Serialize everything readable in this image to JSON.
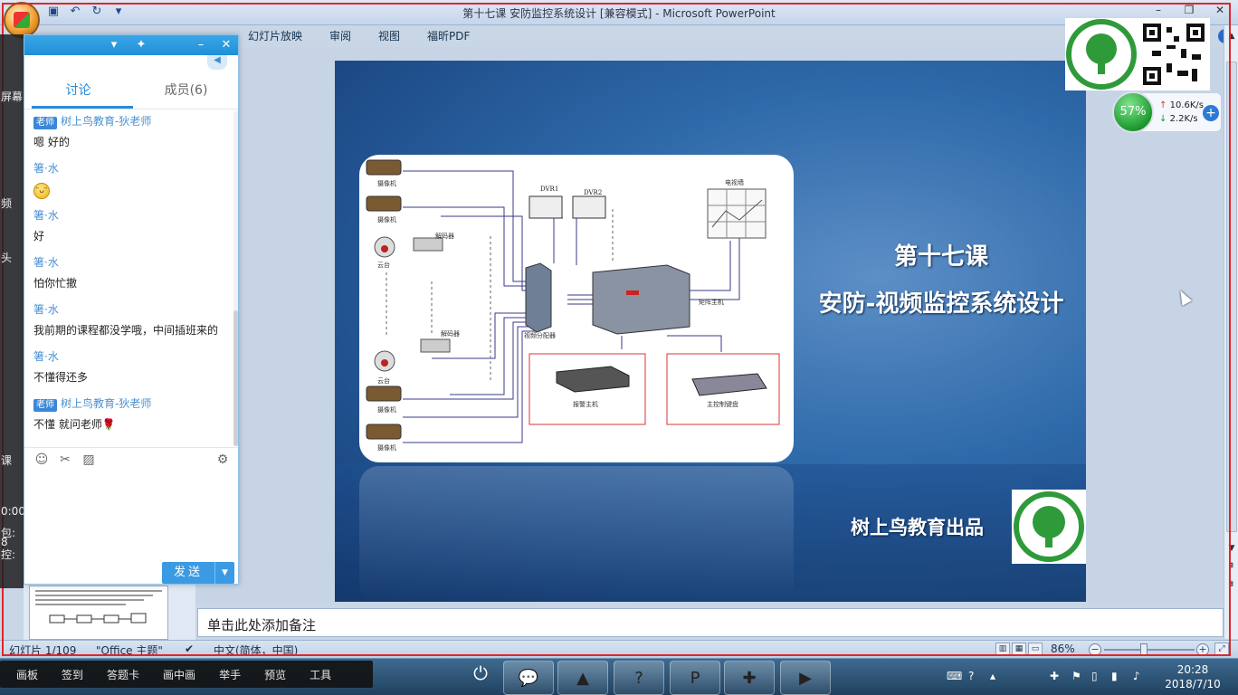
{
  "window": {
    "title": "第十七课 安防监控系统设计 [兼容模式] - Microsoft PowerPoint"
  },
  "ribbon": {
    "tabs": [
      "幻灯片放映",
      "审阅",
      "视图",
      "福昕PDF"
    ]
  },
  "slide": {
    "title": "第十七课",
    "subtitle": "安防-视频监控系统设计",
    "credit": "树上鸟教育出品",
    "diagram_labels": {
      "camera": "摄像机",
      "ptz": "云台",
      "decoder": "解码器",
      "dvr1": "DVR1",
      "dvr2": "DVR2",
      "tv_wall": "电视墙",
      "matrix": "矩阵主机",
      "video_splitter": "视频分配器",
      "alarm_host": "报警主机",
      "keyboard": "主控制键盘"
    }
  },
  "notes": {
    "placeholder": "单击此处添加备注"
  },
  "status": {
    "slide_counter": "幻灯片 1/109",
    "theme": "\"Office 主题\"",
    "language": "中文(简体，中国)",
    "zoom": "86%"
  },
  "chat": {
    "tabs": [
      {
        "label": "讨论",
        "active": true
      },
      {
        "label": "成员(6)",
        "active": false
      }
    ],
    "teacher_badge": "老师",
    "messages": [
      {
        "sender": "树上鸟教育-狄老师",
        "teacher": true,
        "text": "嗯 好的"
      },
      {
        "sender": "箸·水",
        "teacher": false,
        "text": "",
        "emoji": "grin"
      },
      {
        "sender": "箸·水",
        "teacher": false,
        "text": "好"
      },
      {
        "sender": "箸·水",
        "teacher": false,
        "text": "怕你忙撤"
      },
      {
        "sender": "箸·水",
        "teacher": false,
        "text": "我前期的课程都没学哦，中间插班来的"
      },
      {
        "sender": "箸·水",
        "teacher": false,
        "text": "不懂得还多"
      },
      {
        "sender": "树上鸟教育-狄老师",
        "teacher": true,
        "text": "不懂 就问老师🌹"
      }
    ],
    "send_label": "发送"
  },
  "left_strip": [
    "屏幕",
    "频",
    "头",
    "课",
    "0:00",
    "包:",
    "8",
    "控:"
  ],
  "network": {
    "percent": "57%",
    "upload": "10.6K/s",
    "download": "2.2K/s"
  },
  "live_toolbar": [
    "画板",
    "签到",
    "答题卡",
    "画中画",
    "举手",
    "预览",
    "工具"
  ],
  "clock": {
    "time": "20:28",
    "date": "2018/7/10"
  },
  "colors": {
    "accent": "#2a8bd8",
    "record_frame": "#e0262a",
    "slide_bg": "#2f6aaa"
  }
}
